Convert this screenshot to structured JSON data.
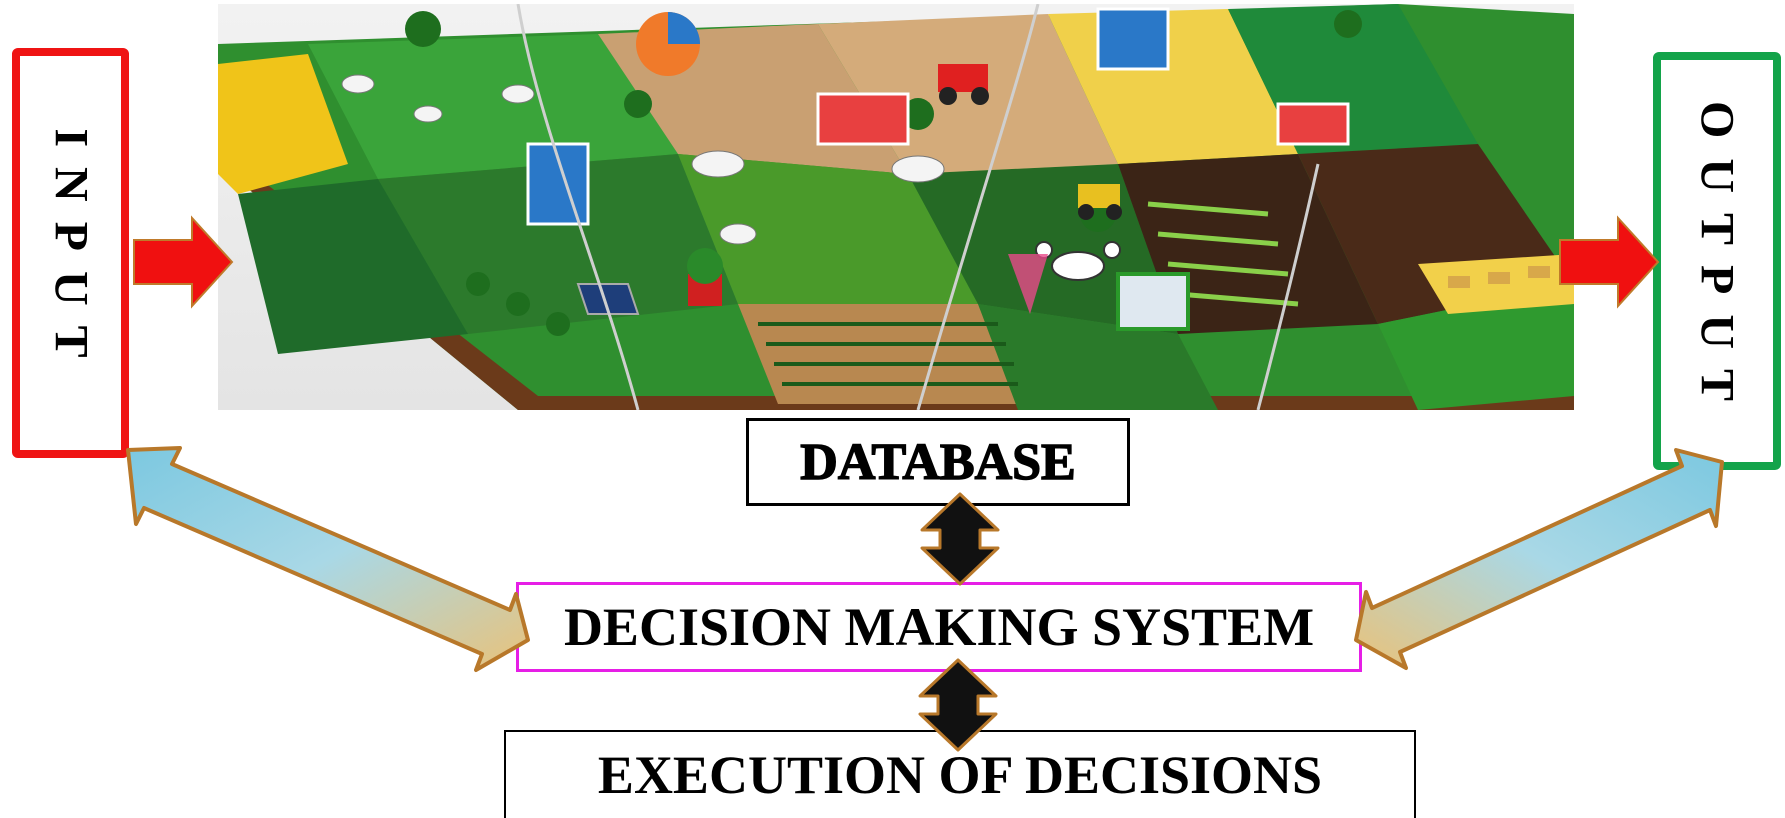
{
  "input_label": "INPUT",
  "output_label": "OUTPUT",
  "database_label": "DATABASE",
  "decision_label": "DECISION MAKING SYSTEM",
  "execution_label": "EXECUTION OF DECISIONS",
  "colors": {
    "input_border": "#ef1414",
    "output_border": "#13a34a",
    "decision_border": "#e61ee6",
    "flow_arrow": "#f01010",
    "feedback_arrow_fill": "#8ccfe0",
    "feedback_arrow_outline": "#b8782a"
  }
}
